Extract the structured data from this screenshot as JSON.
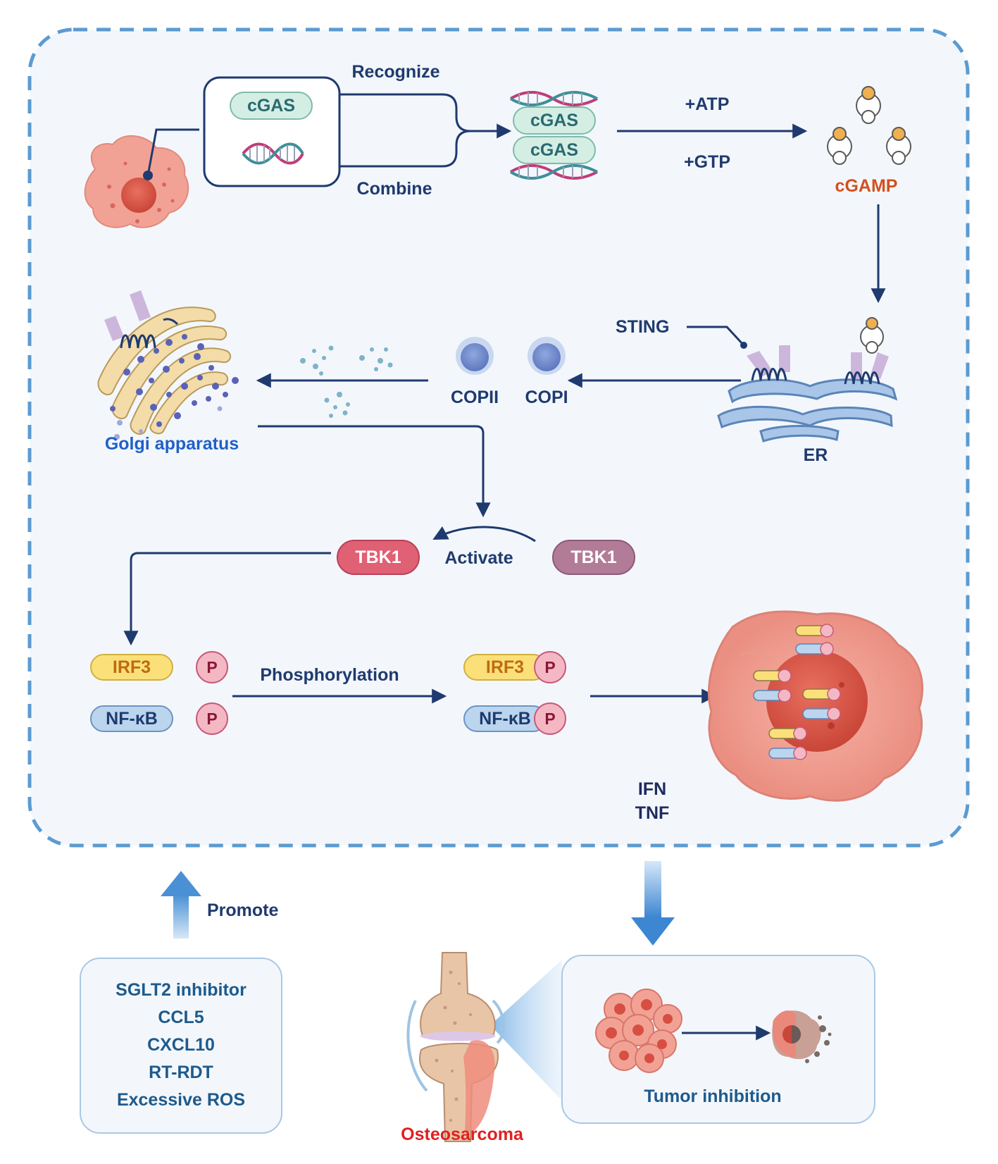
{
  "cgas_pathway": {
    "cgas_label": "cGAS",
    "recognize": "Recognize",
    "combine": "Combine",
    "cgas_dimer": [
      "cGAS",
      "cGAS"
    ],
    "atp": "+ATP",
    "gtp": "+GTP",
    "cgamp": "cGAMP"
  },
  "sting_pathway": {
    "sting": "STING",
    "er": "ER",
    "copii": "COPII",
    "copi": "COPI",
    "golgi": "Golgi apparatus"
  },
  "tbk1_pathway": {
    "tbk1_active": "TBK1",
    "tbk1_inactive": "TBK1",
    "activate": "Activate"
  },
  "transcription": {
    "irf3": "IRF3",
    "nfkb": "NF-κB",
    "p": "P",
    "phosphorylation": "Phosphorylation",
    "cytokines": [
      "IFN",
      "TNF"
    ]
  },
  "promote": {
    "label": "Promote",
    "items": [
      "SGLT2 inhibitor",
      "CCL5",
      "CXCL10",
      "RT-RDT",
      "Excessive ROS"
    ]
  },
  "outcome": {
    "osteosarcoma": "Osteosarcoma",
    "tumor_inhibition": "Tumor inhibition"
  },
  "colors": {
    "navy": "#1f3a6e",
    "dashed_border": "#5b9bd1",
    "panel_bg": "#f3f7fc",
    "cgamp_orange": "#d2501e",
    "golgi_blue": "#2060c8",
    "osteosarcoma_red": "#e02020",
    "tbk1_active": "#e06074",
    "tbk1_inactive": "#b27c98",
    "irf3_fill": "#fbe07a",
    "nfkb_fill": "#bcd5ee"
  }
}
